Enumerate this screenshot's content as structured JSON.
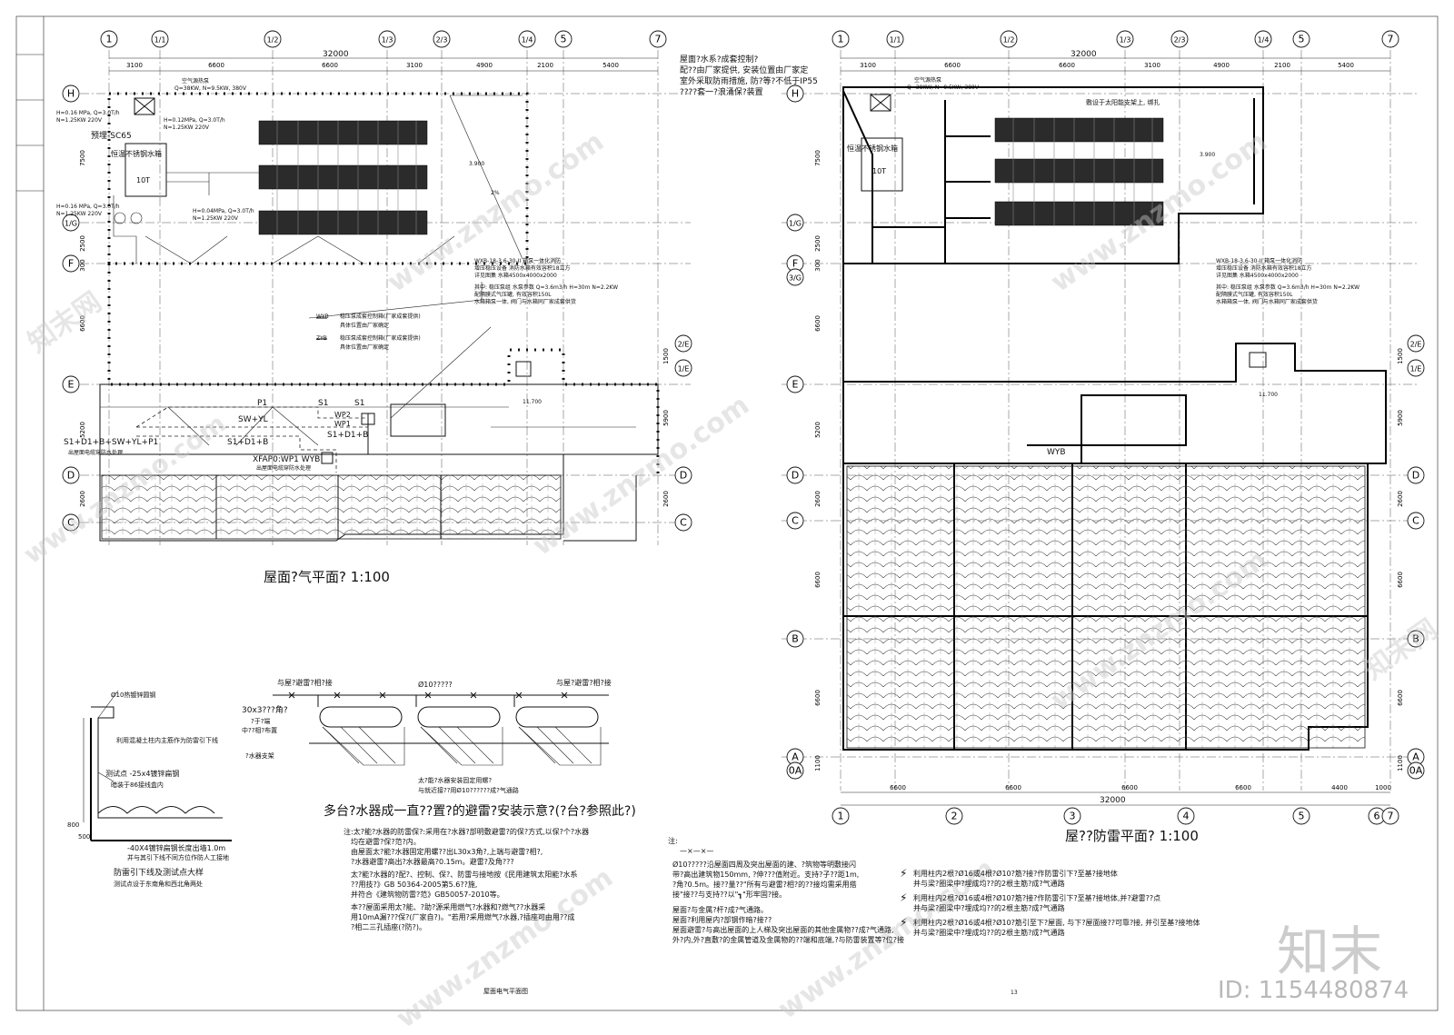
{
  "plan_left": {
    "title": "屋面?气平面? 1:100",
    "axis_top": [
      "1",
      "1/1",
      "1/2",
      "1/3",
      "2/3",
      "1/4",
      "5",
      "7"
    ],
    "dims_top": [
      "3100",
      "6600",
      "6600",
      "3100",
      "4900",
      "2100",
      "5400"
    ],
    "total_dim": "32000",
    "axis_left": [
      "H",
      "1/G",
      "F",
      "E",
      "D",
      "C"
    ],
    "axis_right": [
      "2/E",
      "1/E",
      "D",
      "C"
    ],
    "dims_left": [
      "7500",
      "2500",
      "300",
      "6600",
      "5200",
      "2600"
    ],
    "dims_right": [
      "1500",
      "5900",
      "2600"
    ],
    "tank_label": "恒温不锈钢水箱",
    "tank_volume": "10T",
    "device_label": "预埋-SC65",
    "level_1": "3.900",
    "level_2": "11.700",
    "slope": "2%",
    "note_air": "空气源热泵",
    "note_air_spec": "Q=38KW, N=9.5KW, 380V",
    "note_pump1": "H=0.16 MPa, Q=3.0T/h",
    "note_pump1_power": "N=1.25KW 220V",
    "note_pump2": "H=0.04MPa, Q=3.0T/h",
    "note_pump3": "H=0.12MPa, Q=3.0T/h",
    "note_box_title": "WXB-18-3.6-30-II 箱泵一体化消防",
    "note_box_line1": "增压稳压设备 消防水箱有效容积18立方",
    "note_box_line2": "详见图集 水箱4500x4000x2000",
    "note_box_line3": "其中: 稳压泵组 水泵参数 Q=3.6m3/h H=30m N=2.2KW",
    "note_box_line4": "配隔膜式气压罐, 有效容积150L",
    "note_box_line5": "水箱箱泵一体, 阀门与水箱同厂家成套供货",
    "legend_1_code": "WYB",
    "legend_1_text": "稳压泵成套控制箱(厂家成套提供)",
    "legend_1_sub": "具体位置由厂家确定",
    "legend_2_code": "ZYB",
    "legend_2_text": "稳压泵成套控制箱(厂家成套提供)",
    "legend_2_sub": "具体位置由厂家确定",
    "wire_p1": "P1",
    "wire_s1": "S1",
    "wire_sw": "SW+YL",
    "wire_s1d1b": "S1+D1+B",
    "wire_wp2": "WP2",
    "wire_wp1": "WP1",
    "wire_combo": "S1+D1+B+SW+YL+P1",
    "wire_xfap": "XFAP0:WP1 WYB",
    "wire_note": "出屋面电缆穿防水处理"
  },
  "plan_right": {
    "title": "屋??防雷平面? 1:100",
    "axis_top": [
      "1",
      "1/1",
      "1/2",
      "1/3",
      "2/3",
      "1/4",
      "5",
      "7"
    ],
    "dims_top": [
      "3100",
      "6600",
      "6600",
      "3100",
      "4900",
      "2100",
      "5400"
    ],
    "total_dim": "32000",
    "axis_bottom": [
      "1",
      "2",
      "3",
      "4",
      "5",
      "6",
      "7"
    ],
    "dims_bottom": [
      "6600",
      "6600",
      "6600",
      "6600",
      "4400",
      "1000"
    ],
    "axis_left": [
      "H",
      "1/G",
      "F",
      "3/G",
      "E",
      "D",
      "C",
      "B",
      "A",
      "0A"
    ],
    "axis_right": [
      "2/E",
      "1/E",
      "D",
      "C",
      "B",
      "A",
      "0A"
    ],
    "dims_left": [
      "7500",
      "2500",
      "300",
      "6600",
      "5200",
      "2600",
      "6600",
      "6600",
      "1100"
    ],
    "dims_right": [
      "1500",
      "5900",
      "2600",
      "6600",
      "6600",
      "1100"
    ],
    "top_note_1": "屋面?水系?成套控制?",
    "top_note_2": "配??由厂家提供, 安装位置由厂家定",
    "top_note_3": "室外采取防雨措施, 防?等?不低于IP55",
    "top_note_4": "????套一?浪涌保?装置",
    "solar_note": "敷设于太阳能支架上, 绑扎",
    "level_1": "3.900",
    "level_2": "11.700",
    "wyb": "WYB"
  },
  "detail_left": {
    "label_rod": "Ø10热镀锌圆钢",
    "label_down": "利用混凝土柱内主筋作为防雷引下线",
    "label_test": "测试点 -25x4镀锌扁钢",
    "label_box": "暗装于86接线盒内",
    "label_ground": "-40X4镀锌扁钢长度出墙1.0m",
    "label_ground2": "并与其引下线不同方位作防人工接地",
    "dim_1": "800",
    "dim_2": "500",
    "caption": "防雷引下线及测试点大样",
    "sub_caption": "测试点设于东南角和西北角两处"
  },
  "detail_mid": {
    "label_top_left": "与屋?避雷?相?接",
    "label_top_right": "与屋?避雷?相?接",
    "label_rod": "Ø10?????",
    "label_flat": "30x3???角?",
    "label_flat2": "?于?端",
    "label_flat3": "中??相?布置",
    "label_support": "?水器支架",
    "label_note1": "太?能?水器安装固定用螺?",
    "label_note2": "与就近接??用Ø10??????成?气通路",
    "caption": "多台?水器成一直??置?的避雷?安装示意?(?台?参照此?)",
    "note_1": "注:太?能?水器的防雷保?:采用在?水器?部明敷避雷?的保?方式,以保?个?水器",
    "note_2": "均在避雷?保?范?内。",
    "note_3": "由屋面太?能?水器固定用螺??出L30x3角?,上端与避雷?相?,",
    "note_4": "?水器避雷?高出?水器最高?0.15m。避雷?及角???",
    "note_5": "太?能?水器的?配?、控制、保?、防雷与接地按《民用建筑太阳能?水系",
    "note_6": "??用技?》GB 50364-2005第5.6??施,",
    "note_7": "并符合《建筑物防雷?范》GB50057-2010等。",
    "note_8": "本??屋面采用太?能、?助?源采用燃气?水器和?燃气??水器采",
    "note_9": "用10mA漏???保?(厂家自?)。\"若用?采用燃气?水器,?插座可由用??成",
    "note_10": "?相二三孔插座(?防?)。",
    "footer": "屋面电气平面图"
  },
  "notes_right": {
    "title": "注:",
    "legend_sym": "—×—×—",
    "n1": "Ø10?????沿屋面四周及突出屋面的建、?筑物等明敷接闪",
    "n2": "带?高出建筑物150mm, ?伸???值附近。支持?子??距1m,",
    "n3": "?角?0.5m。接??量??\"所有与避雷?相?的??接均需采用搭",
    "n4": "接\"接??与支持??以\"┓\"形牢固?接。",
    "n5": "屋面?与金属?杆?成?气通路。",
    "n6": "屋面?利用屋内?部钢作暗?接??",
    "n7": "屋面避雷?与高出屋面的上人梯及突出屋面的其他金属物??成?气通路,",
    "n8": "外?内,外?直敷?的金属管道及金属物的??端和底端,?与防雷装置等?位?接",
    "sym_1": "利用柱内2根?Ø16或4根?Ø10?筋?接?作防雷引下?至基?接地体",
    "sym_1b": "并与梁?圈梁中?埋成均??的2根主筋?成?气通路",
    "sym_2": "利用柱内2根?Ø16或4根?Ø10?筋?接?作防雷引下?至基?接地体,并?避雷??点",
    "sym_2b": "并与梁?圈梁中?埋成均??的2根主筋?成?气通路",
    "sym_3": "利用柱内2根?Ø16或4根?Ø10?筋引至下?屋面, 与下?屋面接??可靠?接, 并引至基?接地体",
    "sym_3b": "并与梁?圈梁中?埋成均??的2根主筋?成?气通路"
  },
  "watermark": {
    "url_text": "www.znzmo.com",
    "brand": "知末网",
    "logo": "知末",
    "id_text": "ID: 1154480874",
    "page_no": "13"
  }
}
